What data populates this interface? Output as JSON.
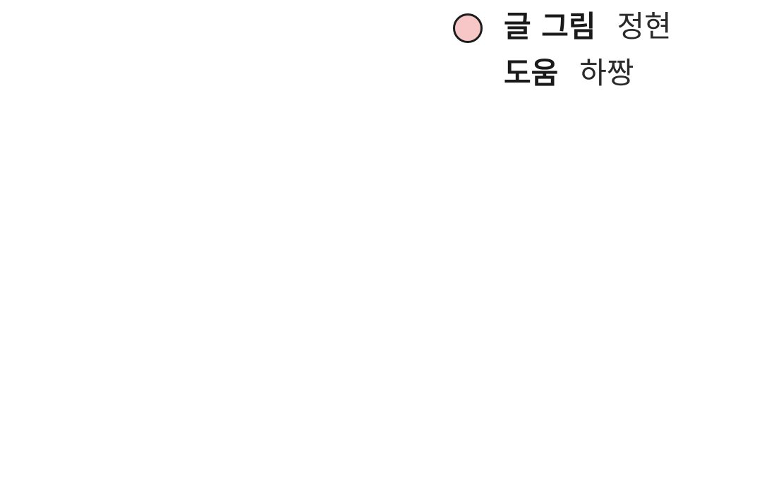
{
  "credits": {
    "marker_color": "#f7c6c6",
    "line1": {
      "role": "글 그림",
      "name": "정현"
    },
    "line2": {
      "role": "도움",
      "name": "하짱"
    }
  }
}
